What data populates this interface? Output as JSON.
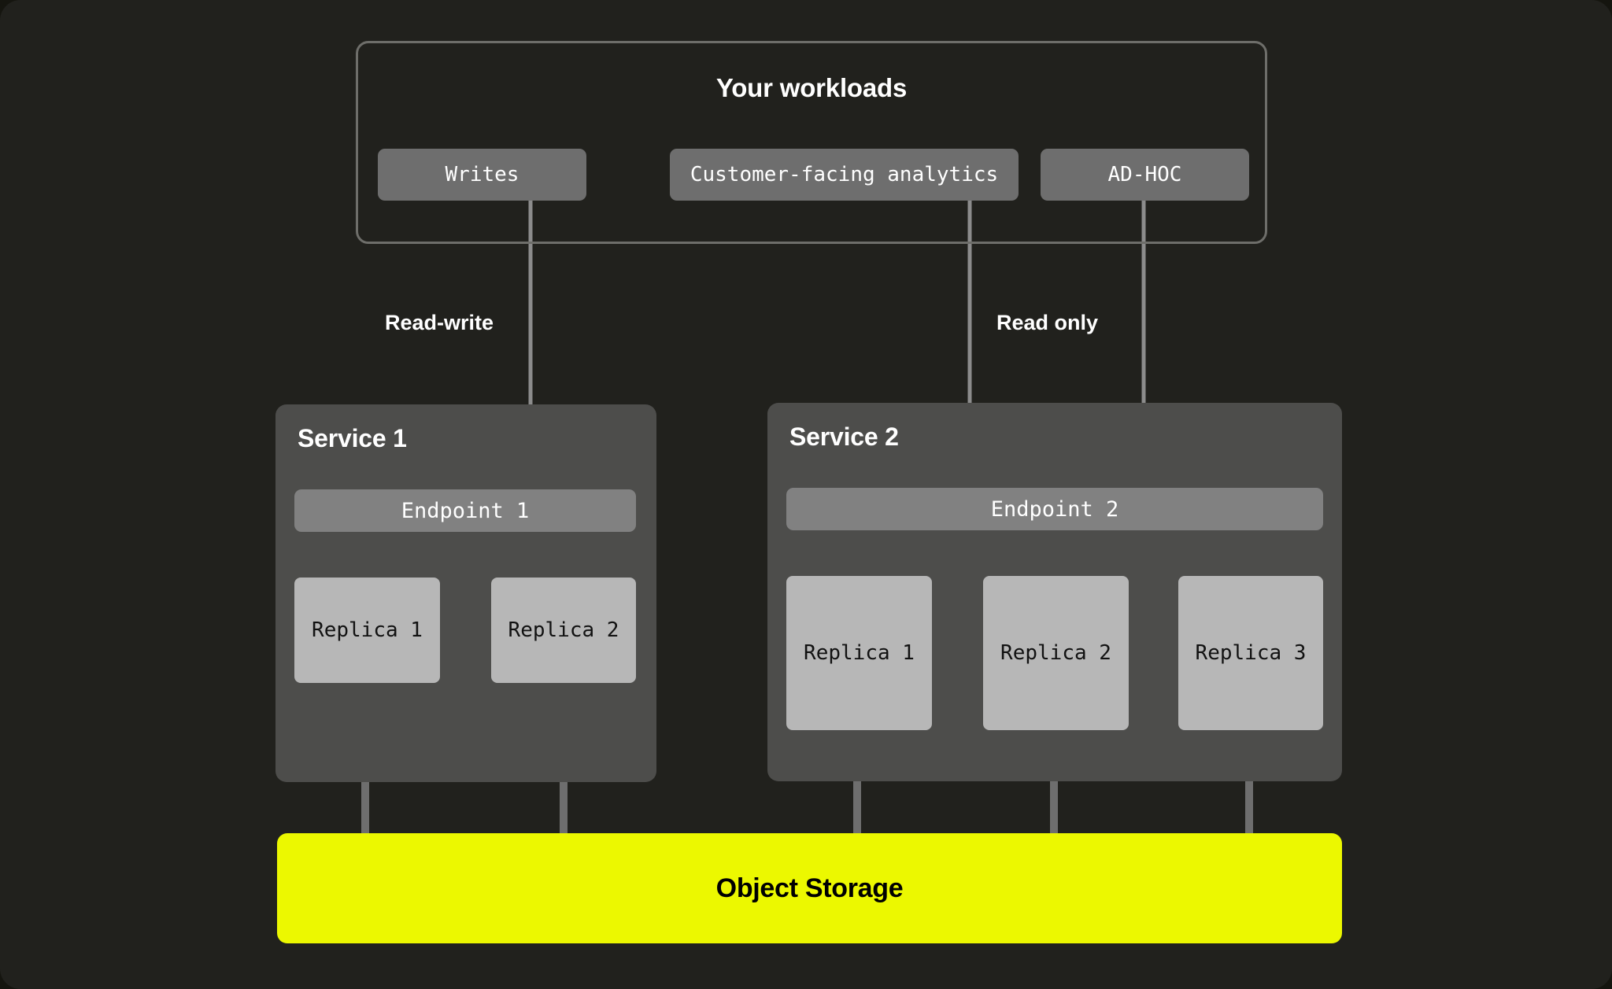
{
  "diagram": {
    "background_color": "#21211d",
    "workloads": {
      "title": "Your workloads",
      "border_color": "#6e6e6a",
      "boxes": [
        {
          "label": "Writes",
          "name": "workload-writes"
        },
        {
          "label": "Customer-facing analytics",
          "name": "workload-customer-facing-analytics"
        },
        {
          "label": "AD-HOC",
          "name": "workload-ad-hoc"
        }
      ]
    },
    "edge_labels": [
      {
        "label": "Read-write",
        "from": "Writes",
        "to": "Endpoint 1"
      },
      {
        "label": "Read only",
        "from": "Customer-facing analytics, AD-HOC",
        "to": "Endpoint 2"
      }
    ],
    "services": [
      {
        "title": "Service 1",
        "endpoint": "Endpoint 1",
        "replicas": [
          "Replica 1",
          "Replica 2"
        ],
        "box_color": "#4d4d4b",
        "endpoint_color": "#818181",
        "replica_color": "#b7b7b7"
      },
      {
        "title": "Service 2",
        "endpoint": "Endpoint 2",
        "replicas": [
          "Replica 1",
          "Replica 2",
          "Replica 3"
        ],
        "box_color": "#4d4d4b",
        "endpoint_color": "#818181",
        "replica_color": "#b7b7b7"
      }
    ],
    "storage": {
      "label": "Object Storage",
      "fill_color": "#ecf800",
      "text_color": "#000000"
    },
    "connector_color": "#6e6e6e"
  }
}
